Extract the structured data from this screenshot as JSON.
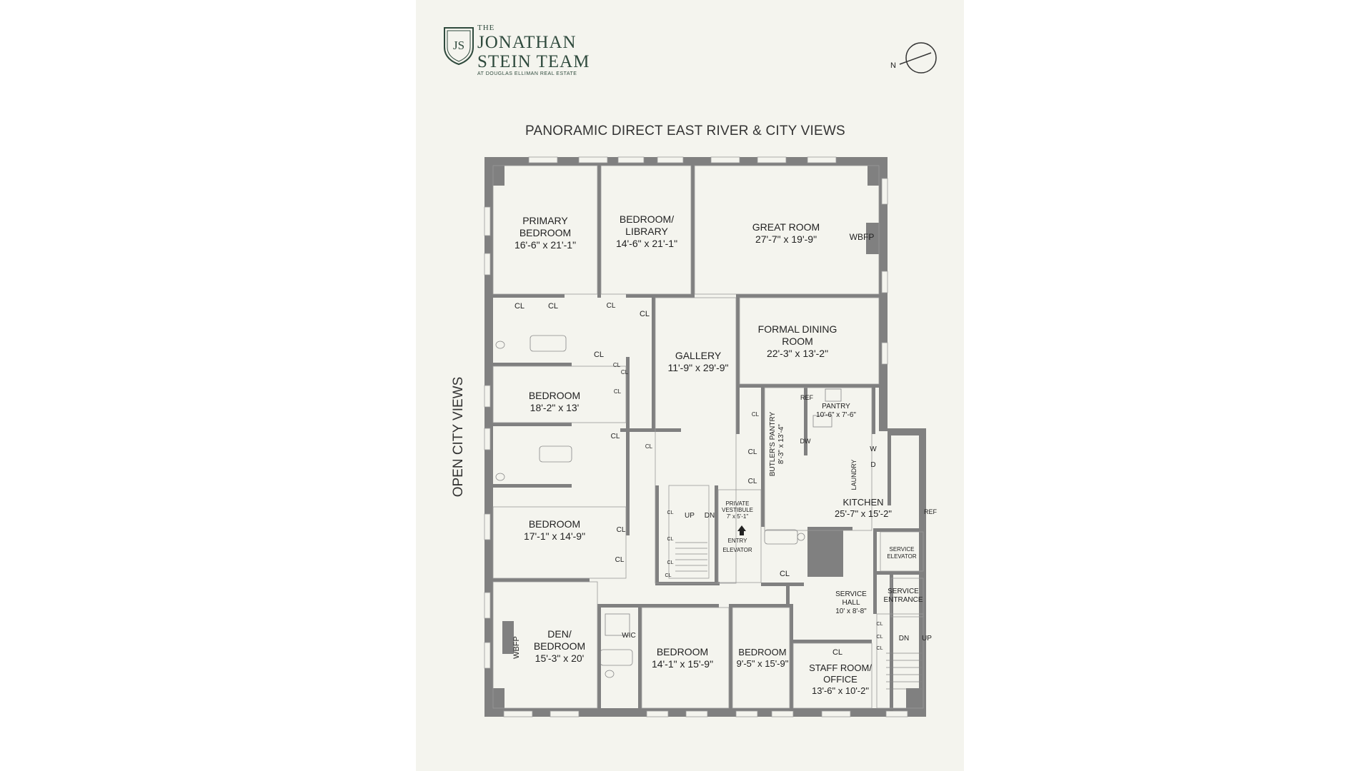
{
  "logo": {
    "the": "THE",
    "line1": "JONATHAN",
    "line2": "STEIN TEAM",
    "subtitle": "AT DOUGLAS ELLIMAN REAL ESTATE",
    "monogram": "JS"
  },
  "compass_label": "N",
  "headline": "PANORAMIC DIRECT EAST RIVER & CITY VIEWS",
  "side_label": "OPEN CITY VIEWS",
  "rooms": [
    {
      "id": "primary-bedroom",
      "lines": [
        "PRIMARY",
        "BEDROOM",
        "16'-6\" x 21'-1\""
      ]
    },
    {
      "id": "bedroom-library",
      "lines": [
        "BEDROOM/",
        "LIBRARY",
        "14'-6\" x 21'-1\""
      ]
    },
    {
      "id": "great-room",
      "lines": [
        "GREAT ROOM",
        "27'-7\" x 19'-9\""
      ]
    },
    {
      "id": "formal-dining",
      "lines": [
        "FORMAL DINING",
        "ROOM",
        "22'-3\" x 13'-2\""
      ]
    },
    {
      "id": "gallery",
      "lines": [
        "GALLERY",
        "11'-9\" x 29'-9\""
      ]
    },
    {
      "id": "bedroom-2",
      "lines": [
        "BEDROOM",
        "18'-2\" x 13'"
      ]
    },
    {
      "id": "bedroom-3",
      "lines": [
        "BEDROOM",
        "17'-1\" x 14'-9\""
      ]
    },
    {
      "id": "den-bedroom",
      "lines": [
        "DEN/",
        "BEDROOM",
        "15'-3\" x 20'"
      ]
    },
    {
      "id": "bedroom-4",
      "lines": [
        "BEDROOM",
        "14'-1\" x 15'-9\""
      ]
    },
    {
      "id": "bedroom-5",
      "lines": [
        "BEDROOM",
        "9'-5\" x 15'-9\""
      ]
    },
    {
      "id": "staff-room",
      "lines": [
        "STAFF ROOM/",
        "OFFICE",
        "13'-6\" x 10'-2\""
      ]
    },
    {
      "id": "kitchen",
      "lines": [
        "KITCHEN",
        "25'-7\" x 15'-2\""
      ]
    },
    {
      "id": "pantry",
      "lines": [
        "PANTRY",
        "10'-6\" x 7'-6\""
      ]
    },
    {
      "id": "private-vestibule",
      "lines": [
        "PRIVATE",
        "VESTIBULE",
        "7' x 5'-1\""
      ]
    },
    {
      "id": "entry-elevator",
      "lines": [
        "ENTRY",
        "ELEVATOR"
      ]
    },
    {
      "id": "service-elevator",
      "lines": [
        "SERVICE",
        "ELEVATOR"
      ]
    },
    {
      "id": "service-entrance",
      "lines": [
        "SERVICE",
        "ENTRANCE"
      ]
    },
    {
      "id": "service-hall",
      "lines": [
        "SERVICE",
        "HALL",
        "10' x 8'-8\""
      ]
    }
  ],
  "butlers_pantry": [
    "BUTLER'S PANTRY",
    "8'-3\" x 13'-4\""
  ],
  "fixture_labels": {
    "closet": "CL",
    "wbfp": "WBFP",
    "ref": "REF",
    "dw": "DW",
    "laundry": "LAUNDRY",
    "washer": "W",
    "dryer": "D",
    "walk_in_closet": "WIC",
    "up": "UP",
    "down": "DN"
  },
  "colors": {
    "wall": "#808080",
    "sheet": "#f4f4ee",
    "logo": "#2f4a3d",
    "text": "#222222"
  }
}
